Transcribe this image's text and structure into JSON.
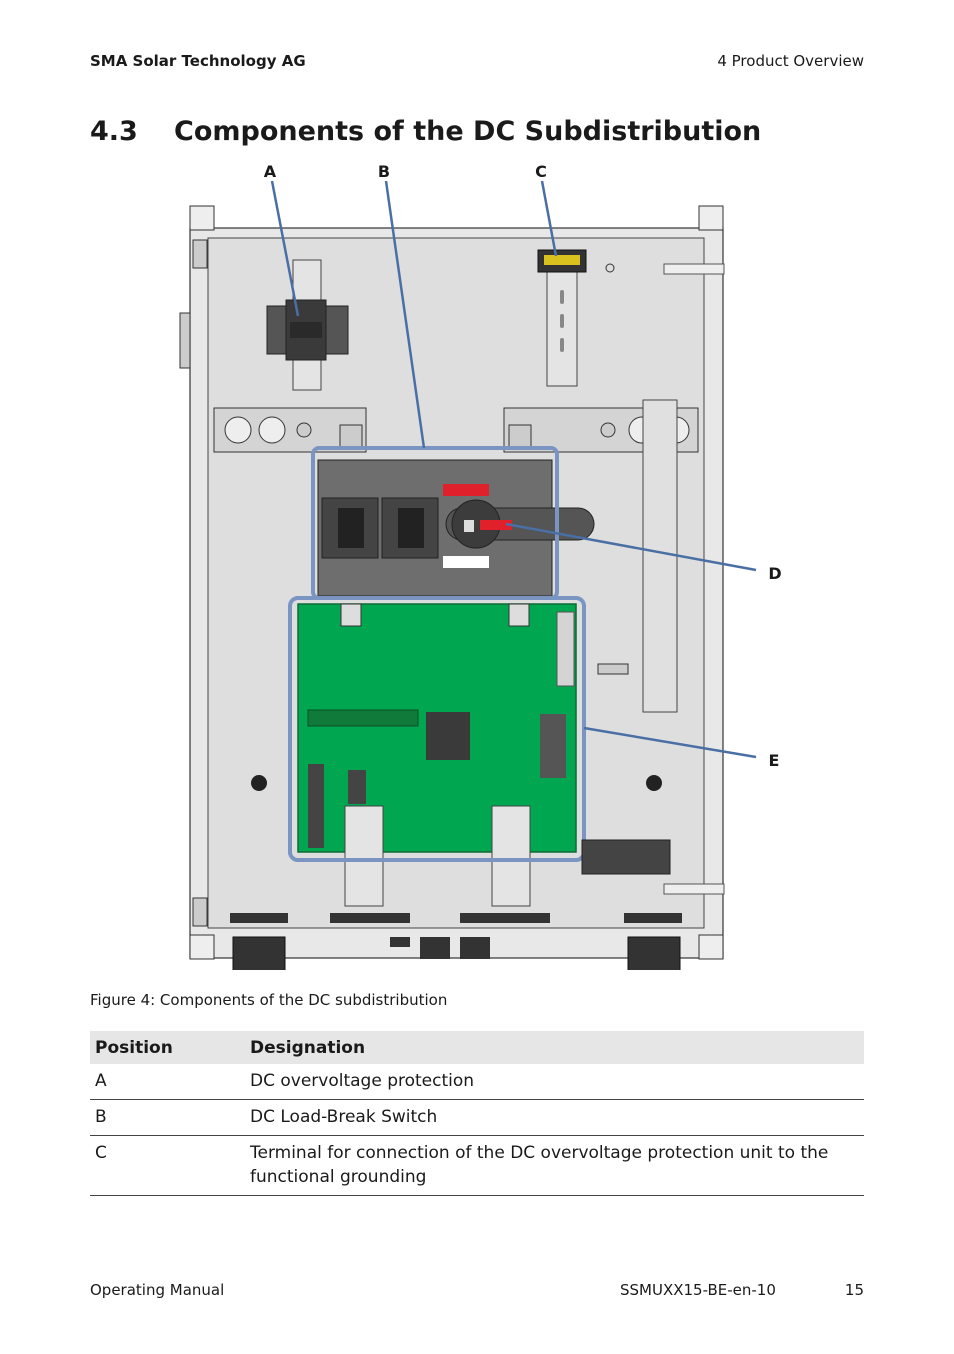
{
  "header": {
    "company": "SMA Solar Technology AG",
    "chapter": "4 Product Overview"
  },
  "section": {
    "number": "4.3",
    "title": "Components of the DC Subdistribution"
  },
  "figure": {
    "callouts": {
      "a": "A",
      "b": "B",
      "c": "C",
      "d": "D",
      "e": "E"
    },
    "caption": "Figure 4: Components of the DC subdistribution"
  },
  "table": {
    "headers": {
      "position": "Position",
      "designation": "Designation"
    },
    "rows": [
      {
        "position": "A",
        "designation": "DC overvoltage protection"
      },
      {
        "position": "B",
        "designation": "DC Load-Break Switch"
      },
      {
        "position": "C",
        "designation": "Terminal for connection of the DC overvoltage protection unit to the functional grounding"
      }
    ]
  },
  "footer": {
    "manual": "Operating Manual",
    "doc_id": "SSMUXX15-BE-en-10",
    "page": "15"
  },
  "colors": {
    "pcb": "#00a650",
    "callout_line": "#4a6fa5",
    "switch_red": "#e0202a",
    "enclosure": "#dcdcdc"
  }
}
